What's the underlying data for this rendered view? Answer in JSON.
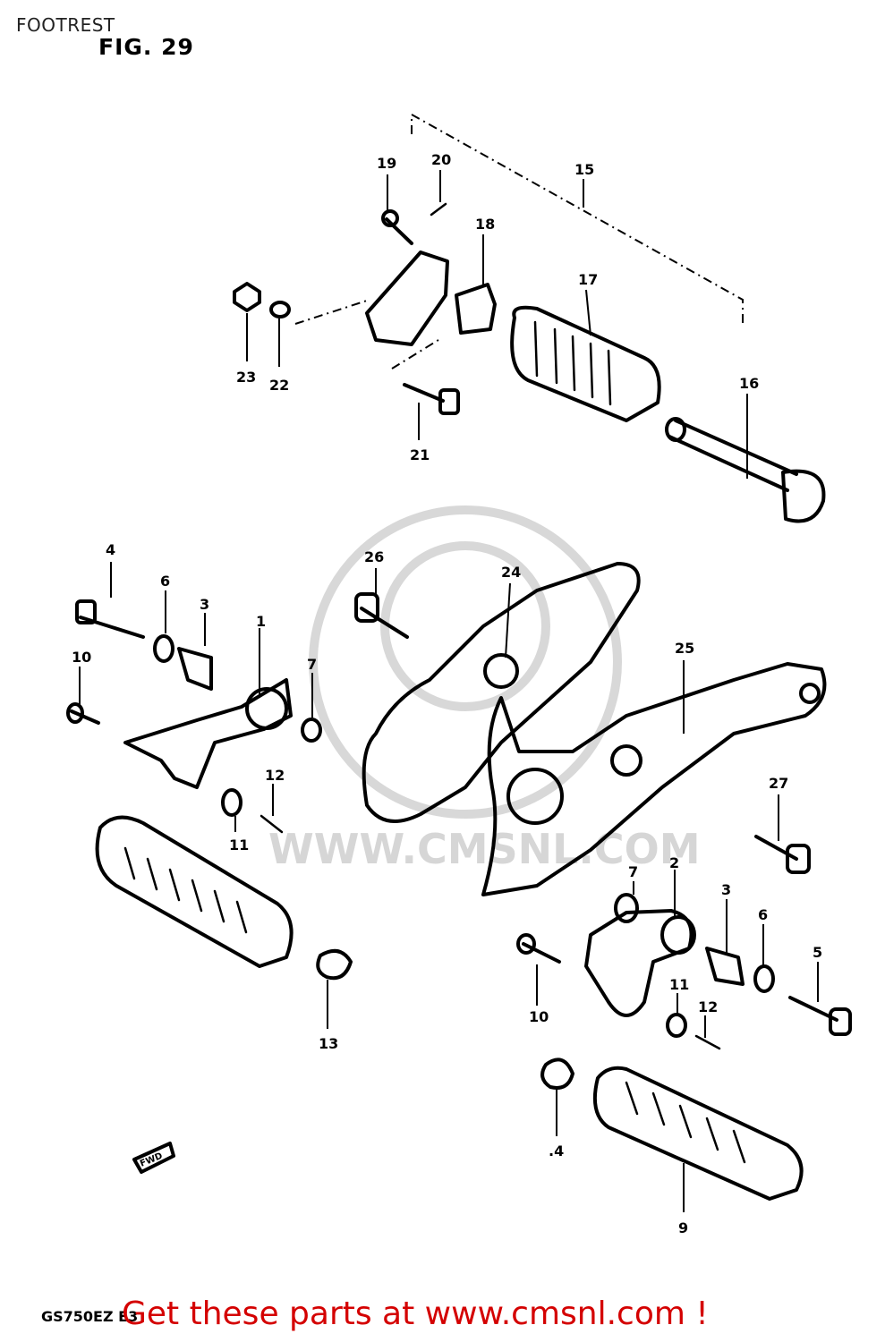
{
  "title": "FOOTREST",
  "figure": "FIG. 29",
  "model_code": "GS750EZ E3",
  "watermark_text": "WWW.CMSNL.COM",
  "cta": "Get these parts at www.cmsnl.com !",
  "cta_color": "#d40000",
  "arrow_label": "FWD",
  "callouts": [
    "1",
    "2",
    "3",
    "3",
    "4",
    ".4",
    "5",
    "6",
    "6",
    "7",
    "7",
    "9",
    "10",
    "10",
    "11",
    "11",
    "12",
    "12",
    "13",
    "15",
    "16",
    "17",
    "18",
    "19",
    "20",
    "21",
    "22",
    "23",
    "24",
    "25",
    "26",
    "27"
  ]
}
